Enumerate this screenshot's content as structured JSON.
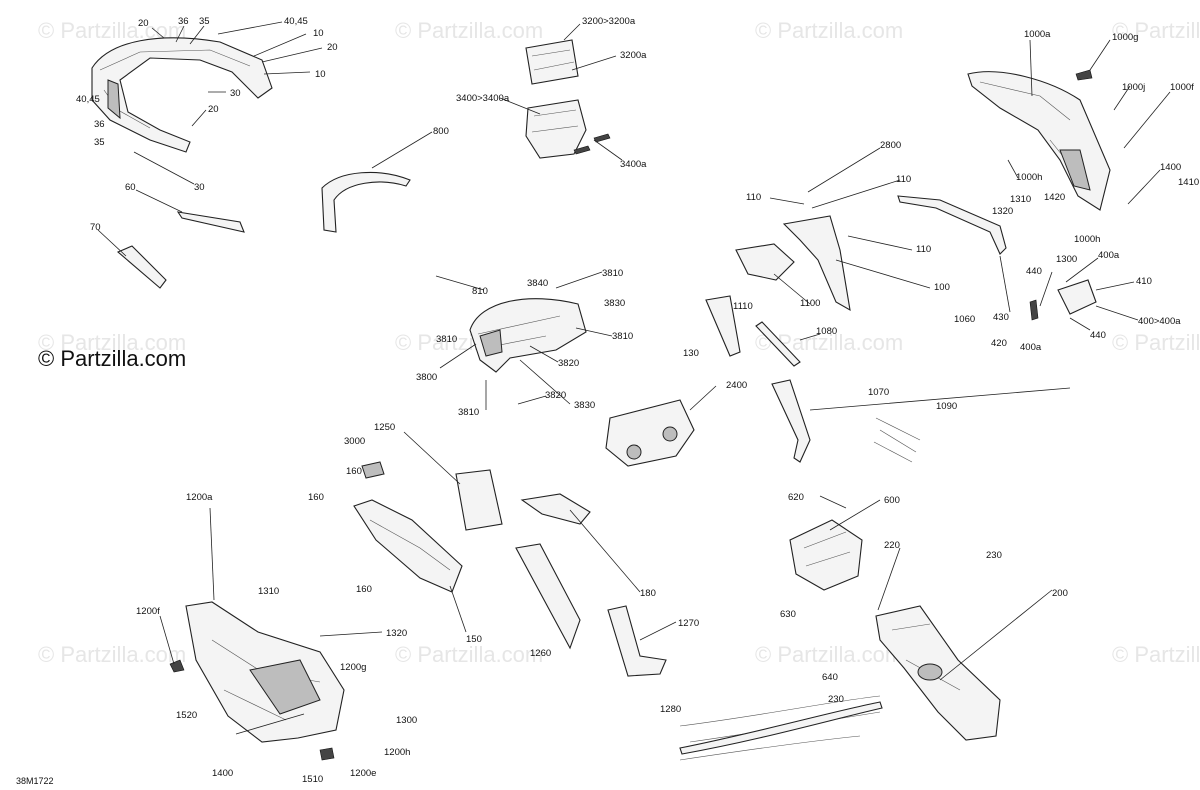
{
  "watermark": "© Partzilla.com",
  "brand_label": "© Partzilla.com",
  "drawing_number": "38M1722",
  "callouts": {
    "c20a": "20",
    "c36": "36",
    "c35a": "35",
    "c4045a": "40,45",
    "c10a": "10",
    "c20b": "20",
    "c10b": "10",
    "c4045b": "40,45",
    "c30a": "30",
    "c20c": "20",
    "c36b": "36",
    "c35b": "35",
    "c30b": "30",
    "c60": "60",
    "c70": "70",
    "c3200": "3200>3200a",
    "c3200a": "3200a",
    "c3400": "3400>3400a",
    "c3400a": "3400a",
    "c800": "800",
    "c1000a": "1000a",
    "c1000g": "1000g",
    "c1000j": "1000j",
    "c1000f": "1000f",
    "c1000h": "1000h",
    "c1000hb": "1000h",
    "c1310a": "1310",
    "c1420": "1420",
    "c1400a": "1400",
    "c1410": "1410",
    "c1320a": "1320",
    "c1300a": "1300",
    "c2800": "2800",
    "c110a": "110",
    "c110b": "110",
    "c110c": "110",
    "c100": "100",
    "c1100": "1100",
    "c1110": "1110",
    "c1060": "1060",
    "c400a": "400a",
    "c440a": "440",
    "c410": "410",
    "c430": "430",
    "c400400a": "400>400a",
    "c420": "420",
    "c400ab": "400a",
    "c440b": "440",
    "c810": "810",
    "c3840": "3840",
    "c3810a": "3810",
    "c3830a": "3830",
    "c3810b": "3810",
    "c3810c": "3810",
    "c3800": "3800",
    "c3820a": "3820",
    "c3820b": "3820",
    "c3830b": "3830",
    "c3810d": "3810",
    "c130": "130",
    "c1080": "1080",
    "c2400": "2400",
    "c1070": "1070",
    "c1090": "1090",
    "c1250": "1250",
    "c3000": "3000",
    "c160a": "160",
    "c160b": "160",
    "c160c": "160",
    "c180": "180",
    "c150": "150",
    "c1260": "1260",
    "c1270": "1270",
    "c620": "620",
    "c600": "600",
    "c630": "630",
    "c220": "220",
    "c230a": "230",
    "c200": "200",
    "c640": "640",
    "c230b": "230",
    "c1200a": "1200a",
    "c1200f": "1200f",
    "c1310b": "1310",
    "c1320b": "1320",
    "c1200g": "1200g",
    "c1300b": "1300",
    "c1520": "1520",
    "c1200h": "1200h",
    "c1400b": "1400",
    "c1510": "1510",
    "c1200e": "1200e",
    "c1280": "1280"
  }
}
